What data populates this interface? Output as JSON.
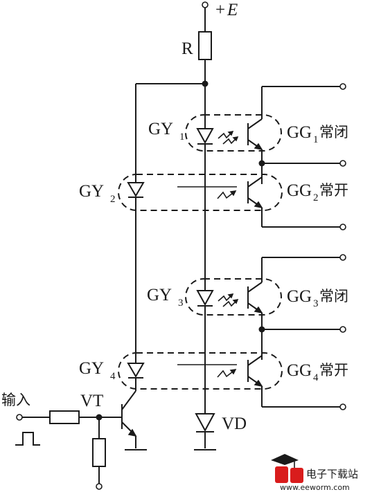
{
  "labels": {
    "supply_sign": "+",
    "supply": "E",
    "resistor_top": "R",
    "gy1": "GY",
    "gy1_sub": "1",
    "gy2": "GY",
    "gy2_sub": "2",
    "gy3": "GY",
    "gy3_sub": "3",
    "gy4": "GY",
    "gy4_sub": "4",
    "gg1": "GG",
    "gg1_sub": "1",
    "gg1_state": "常闭",
    "gg2": "GG",
    "gg2_sub": "2",
    "gg2_state": "常开",
    "gg3": "GG",
    "gg3_sub": "3",
    "gg3_state": "常闭",
    "gg4": "GG",
    "gg4_sub": "4",
    "gg4_state": "常开",
    "input": "输入",
    "transistor": "VT",
    "diode_vd": "VD"
  },
  "watermark": {
    "site_cn": "电子下载站",
    "site_url": "www.eeworm.com",
    "colors": {
      "logo_red": "#d91c1c",
      "ink": "#1a1a1a"
    }
  }
}
